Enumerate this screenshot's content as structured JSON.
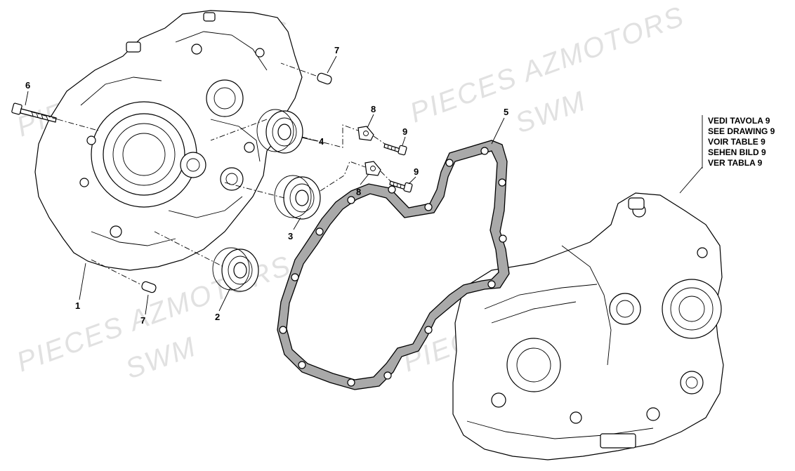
{
  "watermarks": {
    "brand": "PIECES AZMOTORS",
    "model": "SWM"
  },
  "callouts": {
    "c1": "1",
    "c2": "2",
    "c3": "3",
    "c4": "4",
    "c5": "5",
    "c6": "6",
    "c7a": "7",
    "c7b": "7",
    "c8a": "8",
    "c8b": "8",
    "c9a": "9",
    "c9b": "9"
  },
  "reference_box": {
    "lines": [
      "VEDI TAVOLA 9",
      "SEE DRAWING 9",
      "VOIR TABLE 9",
      "SEHEN BILD 9",
      "VER TABLA 9"
    ]
  }
}
